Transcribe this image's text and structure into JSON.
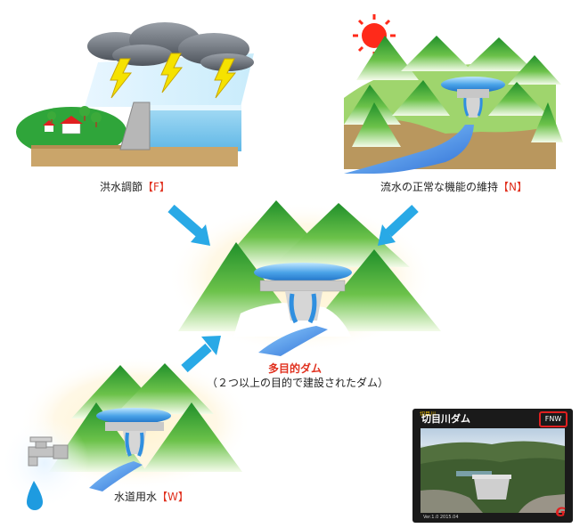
{
  "labels": {
    "flood_control": {
      "text": "洪水調節",
      "code": "【F】"
    },
    "normal_flow": {
      "text": "流水の正常な機能の維持",
      "code": "【N】"
    },
    "water_supply": {
      "text": "水道用水",
      "code": "【W】"
    },
    "multipurpose_title": "多目的ダム",
    "multipurpose_desc": "（２つ以上の目的で建設されたダム）"
  },
  "dam_card": {
    "title": "切目川ダム",
    "subtitle": "切目川",
    "badge": "FNW",
    "footer": "Ver.1.0 2015.04",
    "logo": "G"
  },
  "colors": {
    "mountain": "#3fae3a",
    "arrow": "#29a9e6",
    "code_red": "#e0301e",
    "reservoir": "#4aa3e8",
    "river": "#2f6fd6",
    "sun": "#ff2a1a"
  }
}
